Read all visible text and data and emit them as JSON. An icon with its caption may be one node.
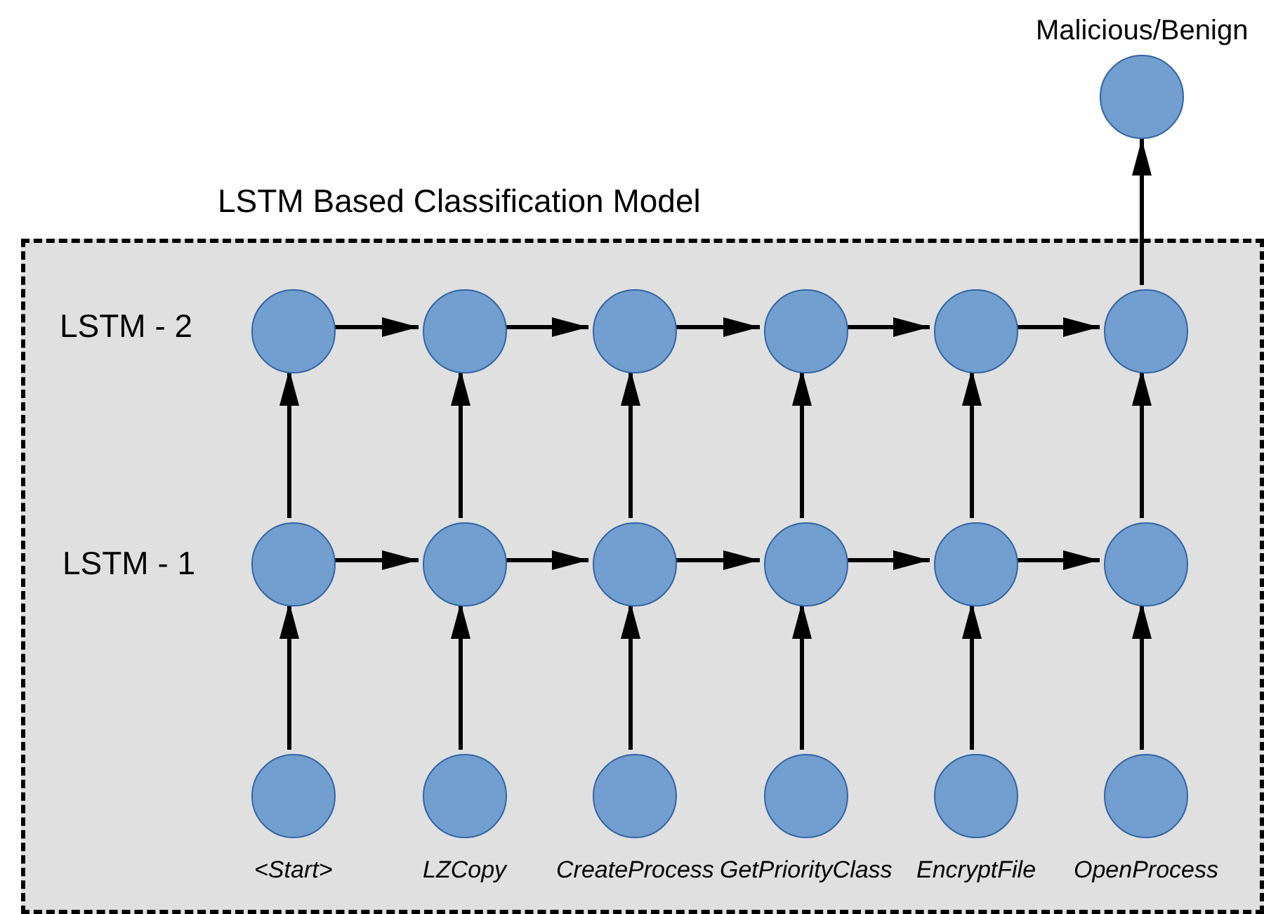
{
  "diagram": {
    "nodes": [
      {
        "text": [],
        "shape": "circle",
        "beside": [
          "Malicious/Benign"
        ]
      },
      {
        "text": [
          "LSTM Based Classification Model"
        ]
      },
      {
        "text": [],
        "shape": "circle",
        "in": 1
      },
      {
        "text": [],
        "shape": "circle",
        "in": 1
      },
      {
        "text": [],
        "shape": "circle",
        "in": 1
      },
      {
        "text": [],
        "shape": "circle",
        "in": 1
      },
      {
        "text": [],
        "shape": "circle",
        "in": 1
      },
      {
        "text": [],
        "shape": "circle",
        "in": 1
      },
      {
        "text": [],
        "shape": "circle",
        "in": 1
      },
      {
        "text": [],
        "shape": "circle",
        "in": 1
      },
      {
        "text": [],
        "shape": "circle",
        "in": 1
      },
      {
        "text": [],
        "shape": "circle",
        "in": 1
      },
      {
        "text": [],
        "shape": "circle",
        "in": 1
      },
      {
        "text": [],
        "shape": "circle",
        "in": 1
      },
      {
        "text": [],
        "shape": "circle",
        "in": 1,
        "beside": [
          "<Start>"
        ]
      },
      {
        "text": [],
        "shape": "circle",
        "in": 1,
        "beside": [
          "LZCopy"
        ]
      },
      {
        "text": [],
        "shape": "circle",
        "in": 1,
        "beside": [
          "CreateProcess"
        ]
      },
      {
        "text": [],
        "shape": "circle",
        "in": 1,
        "beside": [
          "GetPriorityClass"
        ]
      },
      {
        "text": [],
        "shape": "circle",
        "in": 1,
        "beside": [
          "EncryptFile"
        ]
      },
      {
        "text": [],
        "shape": "circle",
        "in": 1,
        "beside": [
          "OpenProcess"
        ]
      }
    ],
    "edges": [
      {
        "from": 2,
        "to": 3,
        "arrow": "to"
      },
      {
        "from": 3,
        "to": 4,
        "arrow": "to"
      },
      {
        "from": 4,
        "to": 5,
        "arrow": "to"
      },
      {
        "from": 5,
        "to": 6,
        "arrow": "to"
      },
      {
        "from": 6,
        "to": 7,
        "arrow": "to"
      },
      {
        "from": 8,
        "to": 9,
        "arrow": "to"
      },
      {
        "from": 9,
        "to": 10,
        "arrow": "to"
      },
      {
        "from": 10,
        "to": 11,
        "arrow": "to"
      },
      {
        "from": 11,
        "to": 12,
        "arrow": "to"
      },
      {
        "from": 12,
        "to": 13,
        "arrow": "to"
      },
      {
        "from": 8,
        "to": 2,
        "arrow": "to"
      },
      {
        "from": 9,
        "to": 3,
        "arrow": "to"
      },
      {
        "from": 10,
        "to": 4,
        "arrow": "to"
      },
      {
        "from": 11,
        "to": 5,
        "arrow": "to"
      },
      {
        "from": 12,
        "to": 6,
        "arrow": "to"
      },
      {
        "from": 13,
        "to": 7,
        "arrow": "to"
      },
      {
        "from": 14,
        "to": 8,
        "arrow": "to"
      },
      {
        "from": 15,
        "to": 9,
        "arrow": "to"
      },
      {
        "from": 16,
        "to": 10,
        "arrow": "to"
      },
      {
        "from": 17,
        "to": 11,
        "arrow": "to"
      },
      {
        "from": 18,
        "to": 12,
        "arrow": "to"
      },
      {
        "from": 19,
        "to": 13,
        "arrow": "to"
      },
      {
        "from": 7,
        "to": 0,
        "arrow": "to"
      }
    ],
    "labels": [
      "LSTM - 2",
      "LSTM - 1"
    ]
  }
}
